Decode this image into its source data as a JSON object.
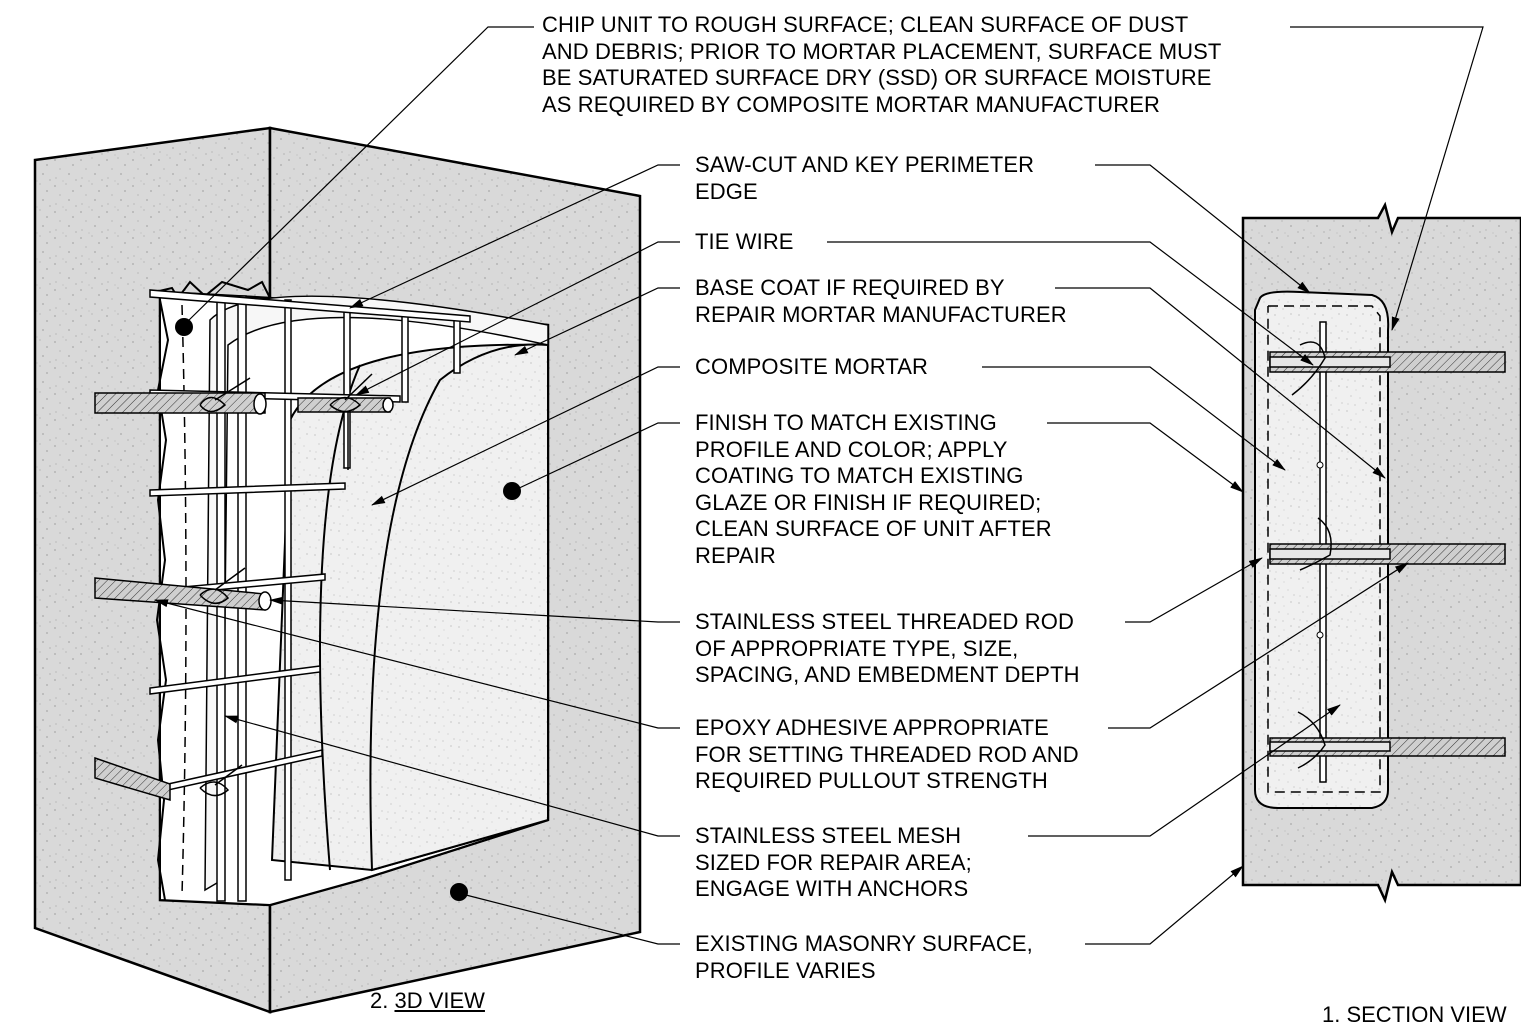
{
  "notes": {
    "chip_unit": [
      "CHIP UNIT TO ROUGH SURFACE; CLEAN SURFACE OF DUST",
      "AND DEBRIS; PRIOR TO MORTAR PLACEMENT, SURFACE MUST",
      "BE SATURATED SURFACE DRY (SSD) OR SURFACE MOISTURE",
      "AS REQUIRED BY COMPOSITE MORTAR MANUFACTURER"
    ],
    "saw_cut": [
      "SAW-CUT AND KEY PERIMETER",
      "EDGE"
    ],
    "tie_wire": [
      "TIE WIRE"
    ],
    "base_coat": [
      "BASE COAT IF REQUIRED BY",
      "REPAIR MORTAR MANUFACTURER"
    ],
    "composite_mortar": [
      "COMPOSITE MORTAR"
    ],
    "finish": [
      "FINISH TO MATCH EXISTING",
      "PROFILE AND COLOR; APPLY",
      "COATING TO MATCH EXISTING",
      "GLAZE OR FINISH IF REQUIRED;",
      "CLEAN SURFACE OF UNIT AFTER",
      "REPAIR"
    ],
    "threaded_rod": [
      "STAINLESS STEEL THREADED ROD",
      "OF APPROPRIATE TYPE, SIZE,",
      "SPACING, AND EMBEDMENT DEPTH"
    ],
    "epoxy": [
      "EPOXY ADHESIVE APPROPRIATE",
      "FOR SETTING THREADED ROD AND",
      "REQUIRED PULLOUT STRENGTH"
    ],
    "mesh": [
      "STAINLESS STEEL MESH",
      "SIZED FOR REPAIR AREA;",
      "ENGAGE WITH ANCHORS"
    ],
    "existing": [
      "EXISTING MASONRY SURFACE,",
      "PROFILE VARIES"
    ]
  },
  "captions": {
    "view2_number": "2.",
    "view2_title": "3D VIEW",
    "view1": "1. SECTION VIEW"
  }
}
